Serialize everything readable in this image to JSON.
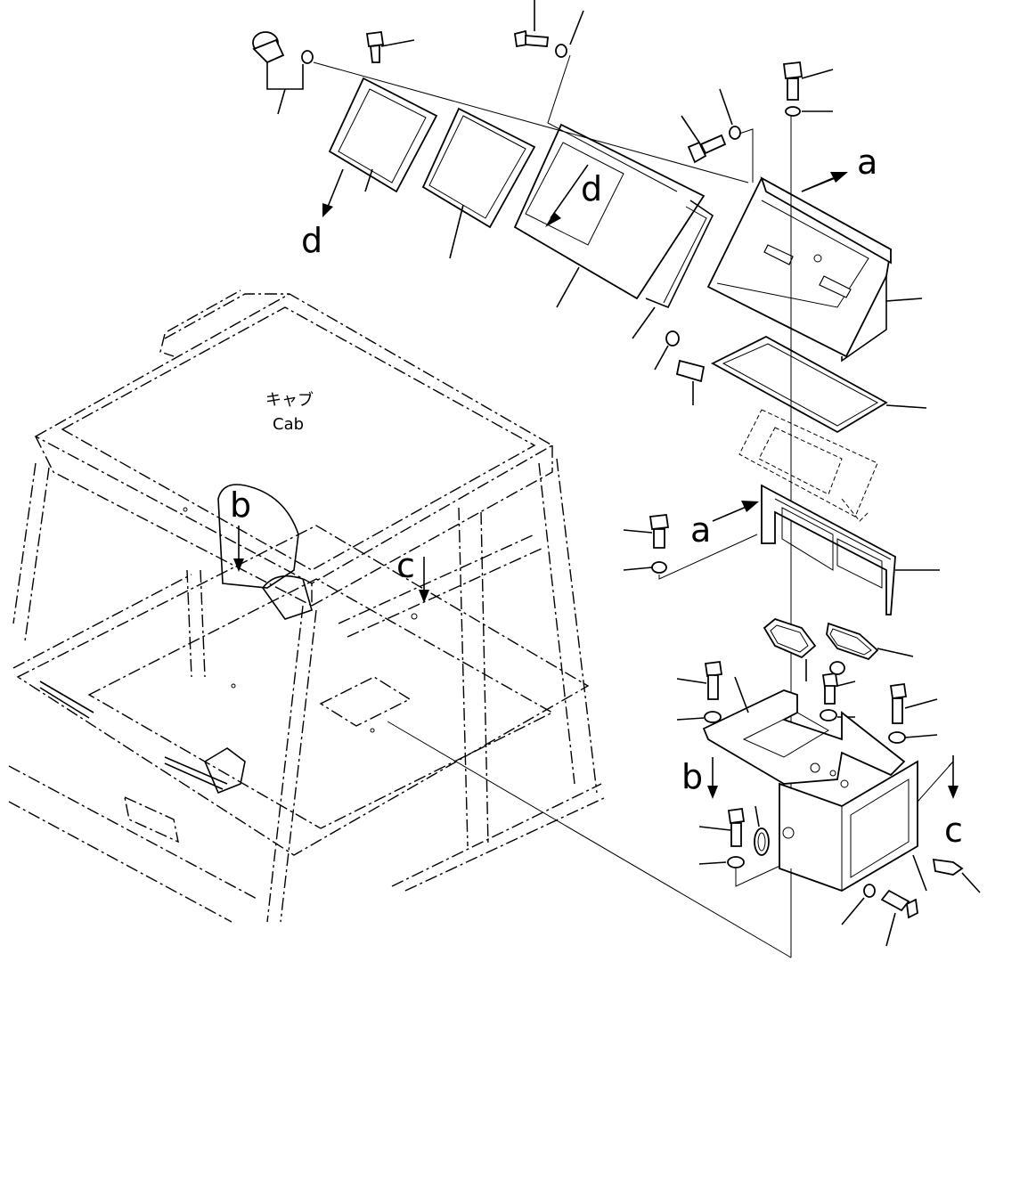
{
  "cab_label_jp": "キャブ",
  "cab_label_en": "Cab",
  "callouts": {
    "a_upper": "a",
    "a_lower": "a",
    "b_cab": "b",
    "b_box": "b",
    "c_cab": "c",
    "c_box": "c",
    "d_left": "d",
    "d_panel": "d"
  }
}
